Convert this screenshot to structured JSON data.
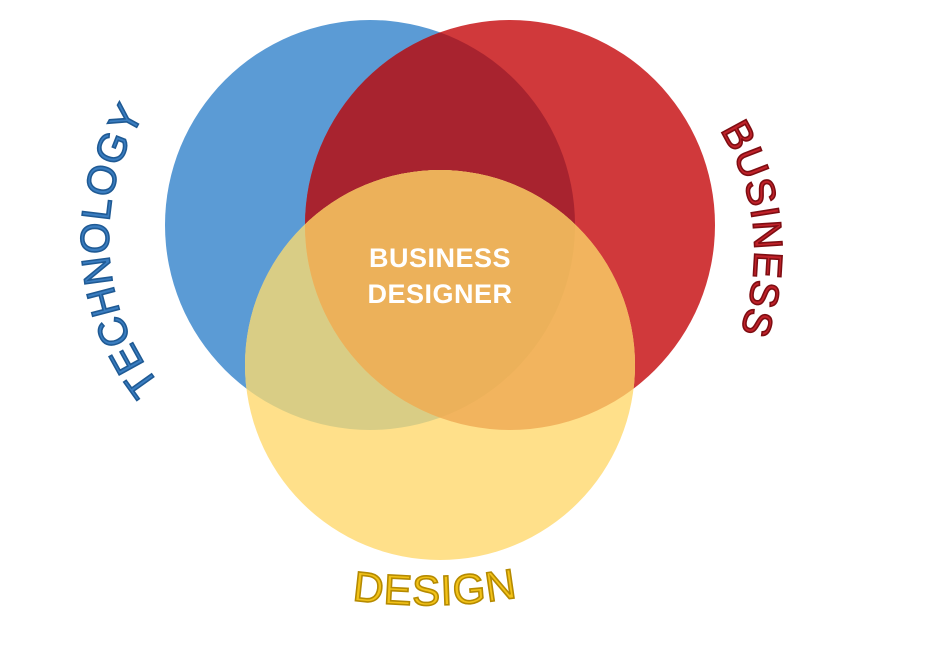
{
  "diagram": {
    "type": "venn",
    "sets": [
      {
        "id": "technology",
        "label": "TECHNOLOGY",
        "fill": "#5b9bd5",
        "label_color": "#2e6da4"
      },
      {
        "id": "business",
        "label": "BUSINESS",
        "fill": "#d0393b",
        "label_color": "#a8161c"
      },
      {
        "id": "design",
        "label": "DESIGN",
        "fill": "#ffd966",
        "label_color": "#d9a800"
      }
    ],
    "overlaps": {
      "technology_business": "#a8232f",
      "technology_design": "#d9cd85",
      "business_design": "#f2b45e",
      "all_three": "#ecb15a"
    },
    "center_label": {
      "line1": "BUSINESS",
      "line2": "DESIGNER"
    }
  }
}
